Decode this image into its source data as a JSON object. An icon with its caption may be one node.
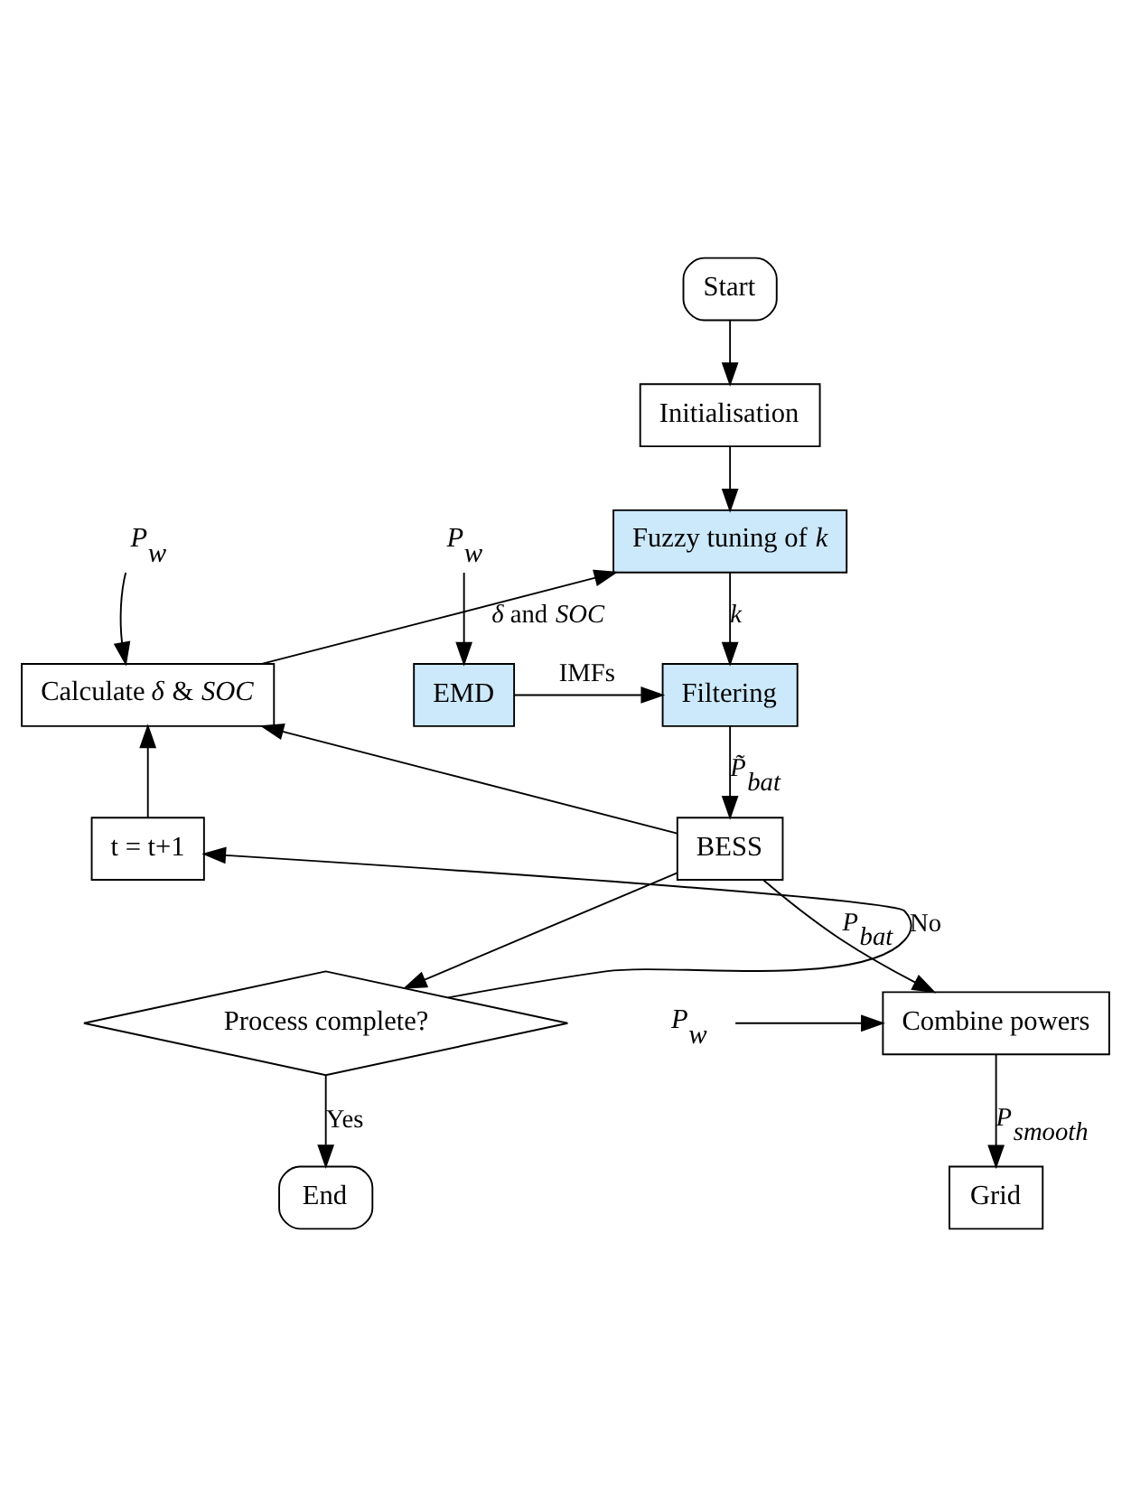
{
  "diagram": {
    "nodes": [
      {
        "text": [
          "Start"
        ]
      },
      {
        "text": [
          "Initialisation"
        ]
      },
      {
        "text": [
          "P$_{w}$"
        ]
      },
      {
        "text": [
          "Fuzzy tuning of *k*"
        ]
      },
      {
        "text": [
          "P$_{w}$"
        ]
      },
      {
        "text": [
          "Calculate *δ* & *SOC*"
        ]
      },
      {
        "text": [
          "Filtering"
        ]
      },
      {
        "text": [
          "EMD"
        ]
      },
      {
        "text": [
          "BESS"
        ]
      },
      {
        "text": [
          "t = t+1"
        ]
      },
      {
        "text": [
          "Combine powers"
        ]
      },
      {
        "text": [
          "P$_{w}$"
        ]
      },
      {
        "text": [
          "Process complete?"
        ]
      },
      {
        "text": [
          "Grid"
        ]
      },
      {
        "text": [
          "End"
        ]
      }
    ],
    "edges": [
      {
        "from": 0,
        "to": 1,
        "arrow": "to"
      },
      {
        "from": 1,
        "to": 3,
        "arrow": "to"
      },
      {
        "from": 5,
        "to": 3,
        "arrow": "to",
        "label": "*δ* and *SOC*"
      },
      {
        "from": 2,
        "to": 5,
        "arrow": "to"
      },
      {
        "from": 3,
        "to": 6,
        "arrow": "to",
        "label": "k"
      },
      {
        "from": 4,
        "to": 7,
        "arrow": "to"
      },
      {
        "from": 7,
        "to": 6,
        "arrow": "to",
        "label": "IMFs"
      },
      {
        "from": 6,
        "to": 8,
        "arrow": "to",
        "label": "P̃$_{bat}$"
      },
      {
        "from": 8,
        "to": 10,
        "arrow": "to",
        "label": "P$_{bat}$"
      },
      {
        "from": 8,
        "to": 5,
        "arrow": "to"
      },
      {
        "from": 8,
        "to": 12,
        "arrow": "to"
      },
      {
        "from": 11,
        "to": 10,
        "arrow": "to"
      },
      {
        "from": 10,
        "to": 13,
        "arrow": "to",
        "label": "P$_{smooth}$"
      },
      {
        "from": 12,
        "to": 9,
        "arrow": "to",
        "label": "No"
      },
      {
        "from": 9,
        "to": 5,
        "arrow": "to"
      },
      {
        "from": 12,
        "to": 14,
        "arrow": "to",
        "label": "Yes"
      }
    ]
  }
}
